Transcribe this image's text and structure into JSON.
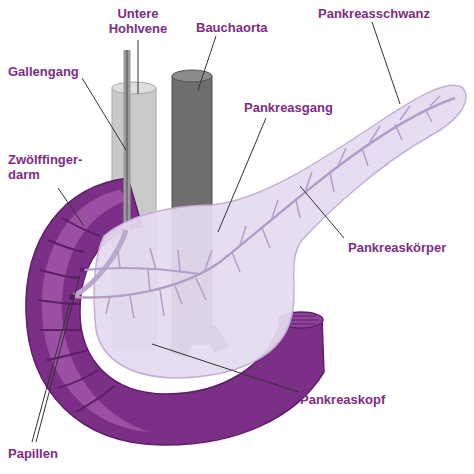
{
  "diagram": {
    "labels": [
      "Untere Hohlvene",
      "Bauchaorta",
      "Pankreasschwanz",
      "Gallengang",
      "Pankreasgang",
      "Zwölffinger- darm",
      "Pankreaskörper",
      "Pankreaskopf",
      "Papillen"
    ]
  }
}
